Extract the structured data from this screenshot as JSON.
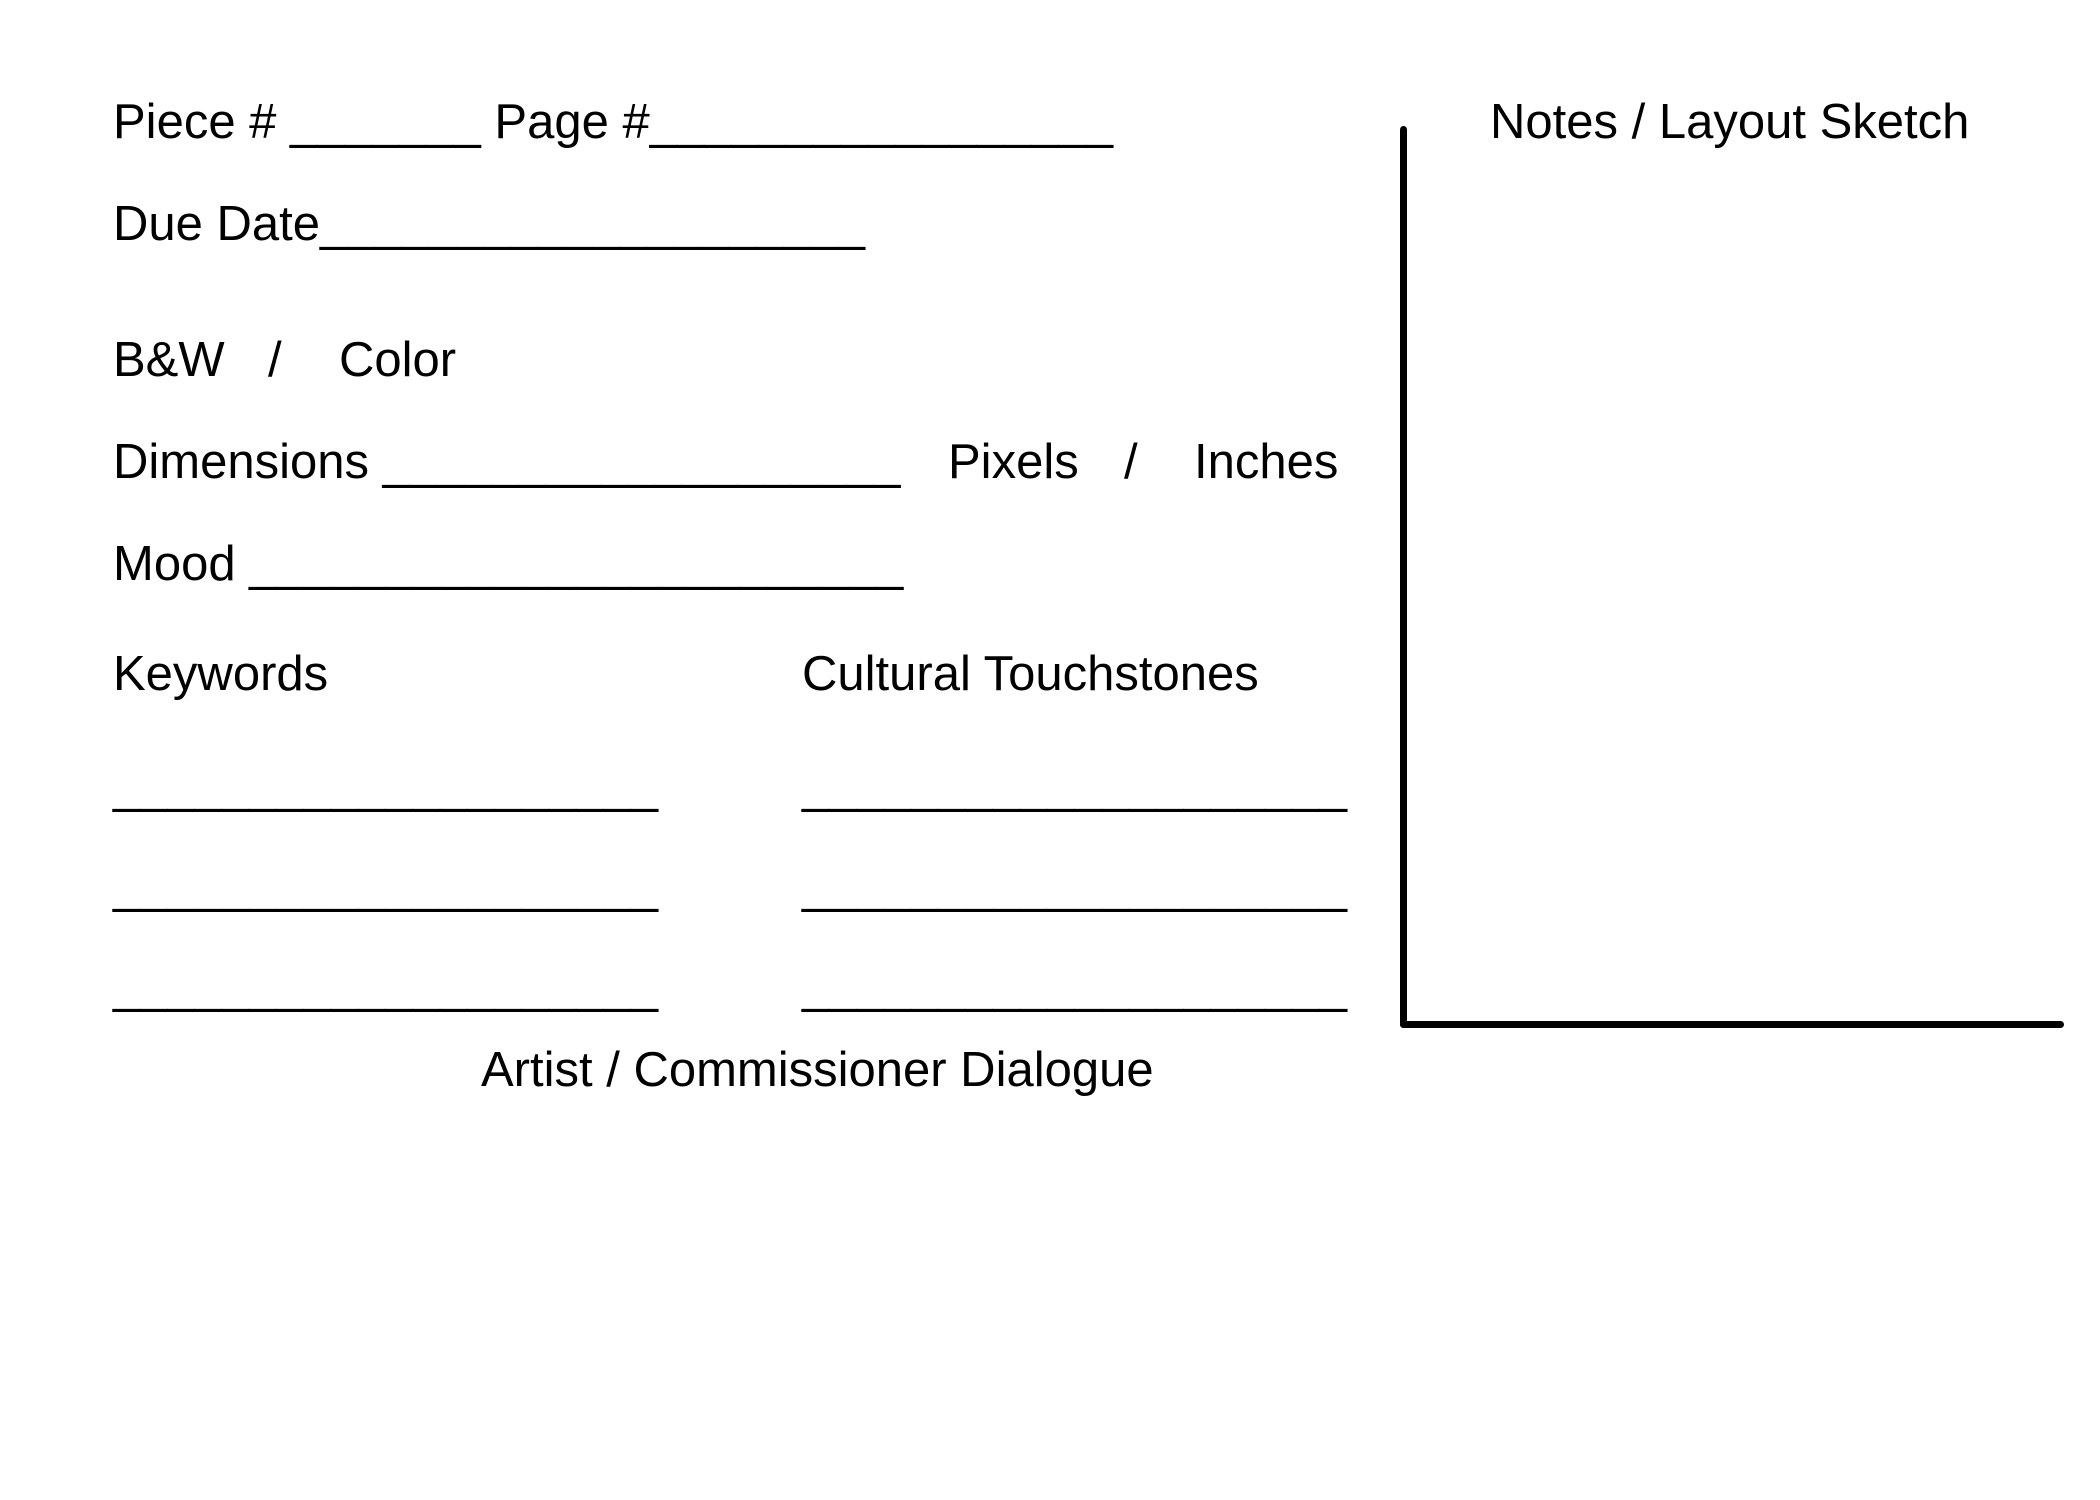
{
  "form": {
    "piece_row": "Piece # _______ Page #_________________",
    "due_date_row": "Due Date____________________",
    "bw_label": "B&W",
    "bw_sep": "/",
    "color_label": "Color",
    "dimensions_row": "Dimensions ___________________",
    "pixels_label": "Pixels",
    "units_sep": "/",
    "inches_label": "Inches",
    "mood_row": "Mood ________________________",
    "keywords_label": "Keywords",
    "touchstones_label": "Cultural Touchstones",
    "keyword_lines": [
      "____________________",
      "____________________",
      "____________________"
    ],
    "touchstone_lines": [
      "____________________",
      "____________________",
      "____________________"
    ],
    "dialogue_label": "Artist / Commissioner Dialogue"
  },
  "sketch": {
    "title": "Notes / Layout Sketch"
  }
}
